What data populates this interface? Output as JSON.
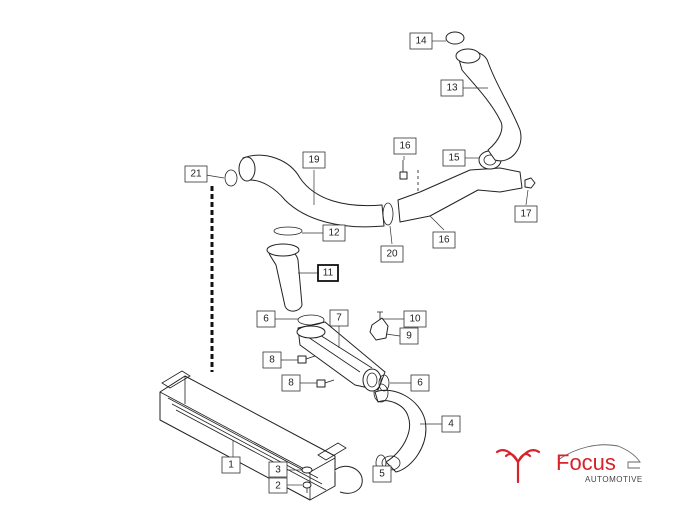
{
  "callouts": {
    "c1": "1",
    "c2": "2",
    "c3": "3",
    "c4": "4",
    "c5": "5",
    "c6a": "6",
    "c6b": "6",
    "c7": "7",
    "c8a": "8",
    "c8b": "8",
    "c9": "9",
    "c10": "10",
    "c11": "11",
    "c12": "12",
    "c13": "13",
    "c14": "14",
    "c15": "15",
    "c16a": "16",
    "c16b": "16",
    "c17": "17",
    "c19": "19",
    "c20": "20",
    "c21": "21"
  },
  "logo": {
    "brand": "Focus",
    "tagline": "AUTOMOTIVE",
    "brand_color": "#d8232a"
  }
}
